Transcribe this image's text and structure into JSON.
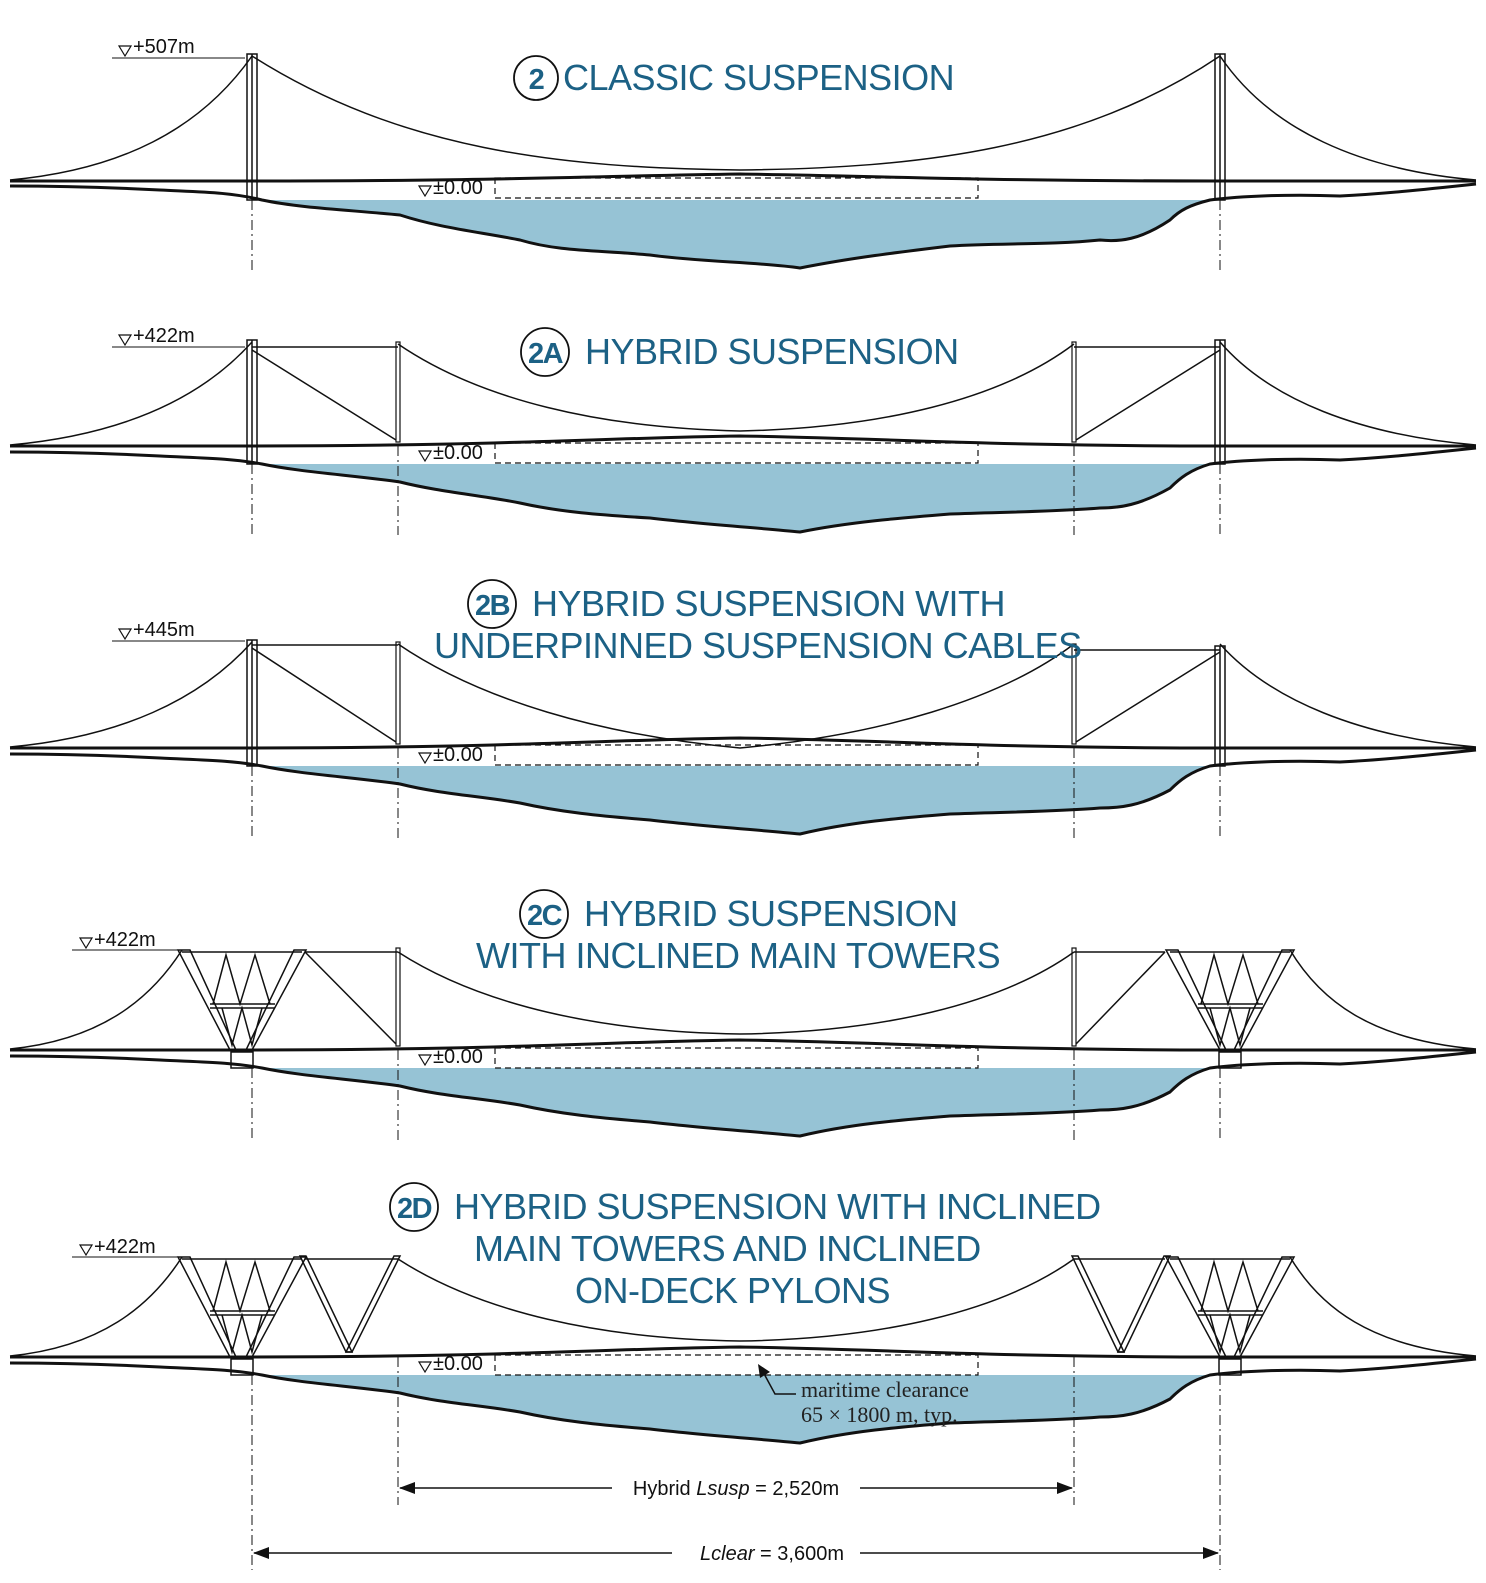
{
  "colors": {
    "title": "#1c6185",
    "water": "#96c3d5",
    "line": "#111111"
  },
  "panels": [
    {
      "id": "2",
      "badge": "2",
      "title_lines": [
        "CLASSIC SUSPENSION"
      ],
      "tower_elevation": "+507m",
      "deck_elevation": "±0.00",
      "tower_type": "vertical",
      "on_deck_pylons": "none"
    },
    {
      "id": "2A",
      "badge": "2A",
      "title_lines": [
        "HYBRID SUSPENSION"
      ],
      "tower_elevation": "+422m",
      "deck_elevation": "±0.00",
      "tower_type": "vertical",
      "on_deck_pylons": "vertical"
    },
    {
      "id": "2B",
      "badge": "2B",
      "title_lines": [
        "HYBRID SUSPENSION WITH",
        "UNDERPINNED SUSPENSION CABLES"
      ],
      "tower_elevation": "+445m",
      "deck_elevation": "±0.00",
      "tower_type": "vertical",
      "on_deck_pylons": "vertical"
    },
    {
      "id": "2C",
      "badge": "2C",
      "title_lines": [
        "HYBRID SUSPENSION",
        "WITH INCLINED MAIN TOWERS"
      ],
      "tower_elevation": "+422m",
      "deck_elevation": "±0.00",
      "tower_type": "inclined",
      "on_deck_pylons": "vertical"
    },
    {
      "id": "2D",
      "badge": "2D",
      "title_lines": [
        "HYBRID SUSPENSION WITH INCLINED",
        "MAIN TOWERS AND INCLINED",
        "ON-DECK PYLONS"
      ],
      "tower_elevation": "+422m",
      "deck_elevation": "±0.00",
      "tower_type": "inclined",
      "on_deck_pylons": "inclined"
    }
  ],
  "annotations": {
    "clearance_line1": "maritime clearance",
    "clearance_line2": "65 × 1800 m, typ.",
    "hybrid_label": "Hybrid ",
    "hybrid_var": "Lsusp",
    "hybrid_value": " = 2,520m",
    "clear_var": "Lclear",
    "clear_value": " = 3,600m"
  }
}
